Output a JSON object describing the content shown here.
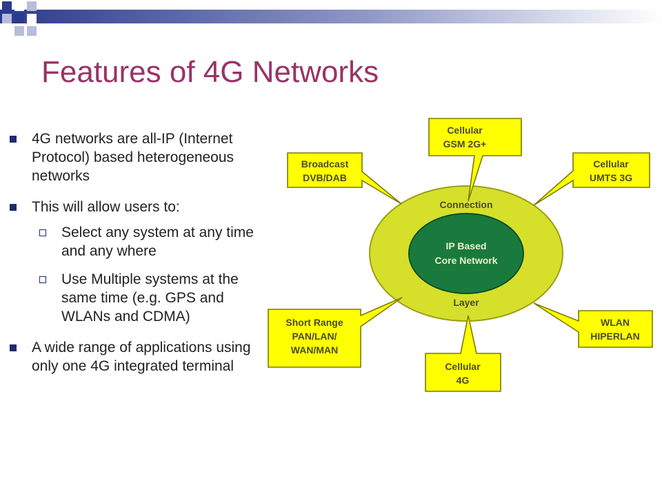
{
  "slide": {
    "title": "Features of 4G Networks",
    "colors": {
      "title": "#993366",
      "ellipse": "#d6e02b",
      "core": "#1a7a3e",
      "callout": "#ffff00",
      "bullet": "#1e2b6e"
    }
  },
  "bullets": [
    {
      "text": "4G networks are all-IP (Internet Protocol) based heterogeneous networks"
    },
    {
      "text": "This will allow users to:",
      "sub": [
        "Select any system at any time and any where",
        "Use Multiple systems at the same time (e.g. GPS and WLANs and CDMA)"
      ]
    },
    {
      "text": "A wide range of applications using only one 4G integrated terminal"
    }
  ],
  "diagram": {
    "core": {
      "line1": "IP Based",
      "line2": "Core Network"
    },
    "ring": {
      "top": "Connection",
      "bottom": "Layer"
    },
    "callouts": {
      "cell2g": {
        "line1": "Cellular",
        "line2": "GSM 2G+"
      },
      "broadcast": {
        "line1": "Broadcast",
        "line2": "DVB/DAB"
      },
      "umts": {
        "line1": "Cellular",
        "line2": "UMTS 3G"
      },
      "shortrange": {
        "line1": "Short Range",
        "line2": "PAN/LAN/",
        "line3": "WAN/MAN"
      },
      "wlan": {
        "line1": "WLAN",
        "line2": "HIPERLAN"
      },
      "cell4g": {
        "line1": "Cellular",
        "line2": "4G"
      }
    }
  }
}
